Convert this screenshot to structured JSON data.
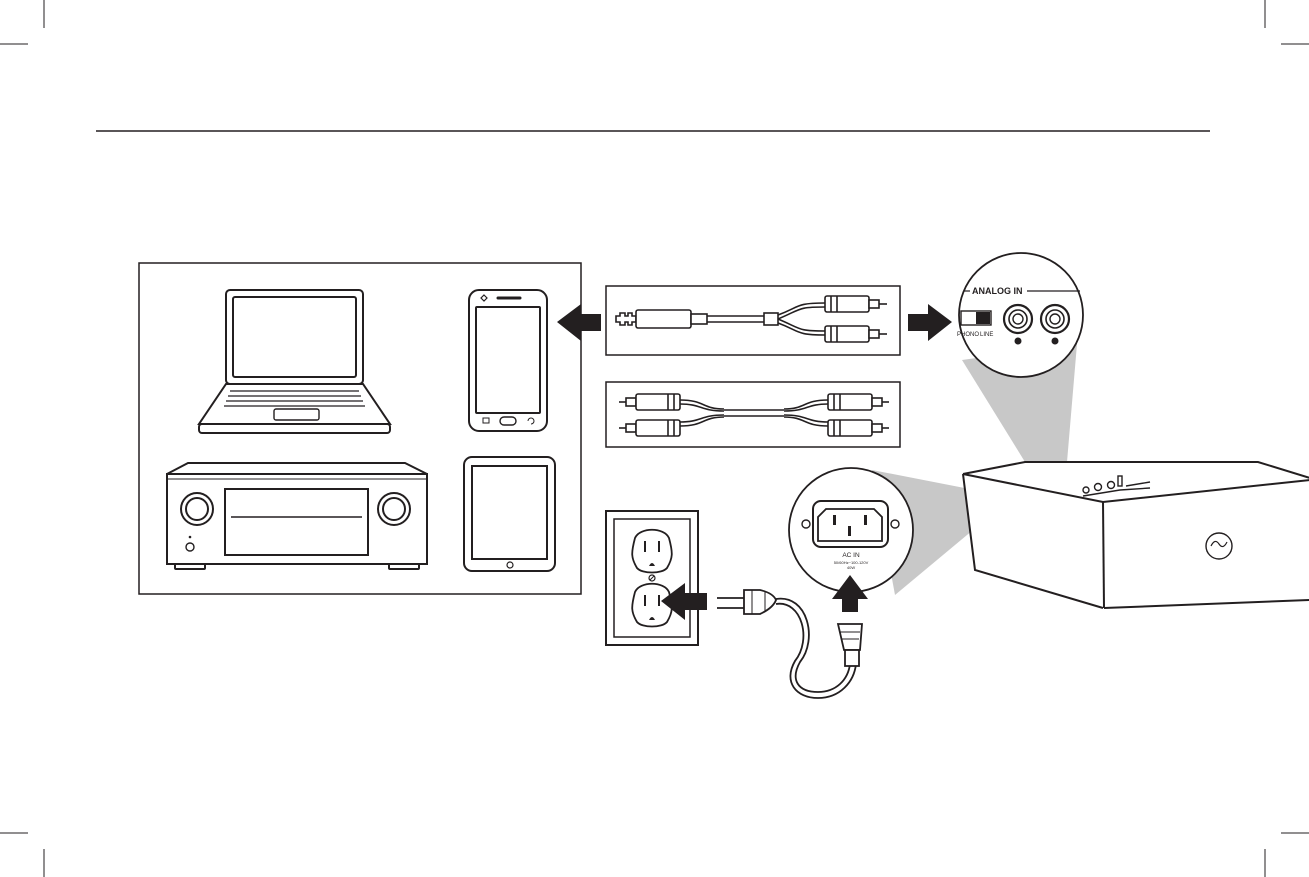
{
  "colors": {
    "ink": "#231f20",
    "callout_fill": "#c8c8c8",
    "background": "#ffffff"
  },
  "analog_panel": {
    "title": "ANALOG IN",
    "switch_left": "PHONO",
    "switch_right": "LINE"
  },
  "ac_panel": {
    "title": "AC IN",
    "rating_line1": "50/60Hz~100-120V",
    "rating_line2": "40W"
  },
  "icons": [
    "laptop-icon",
    "smartphone-icon",
    "av-receiver-icon",
    "tablet-icon",
    "aux-to-rca-cable-icon",
    "rca-to-rca-cable-icon",
    "wall-outlet-icon",
    "power-cord-icon",
    "speaker-icon",
    "arrow-icon"
  ]
}
